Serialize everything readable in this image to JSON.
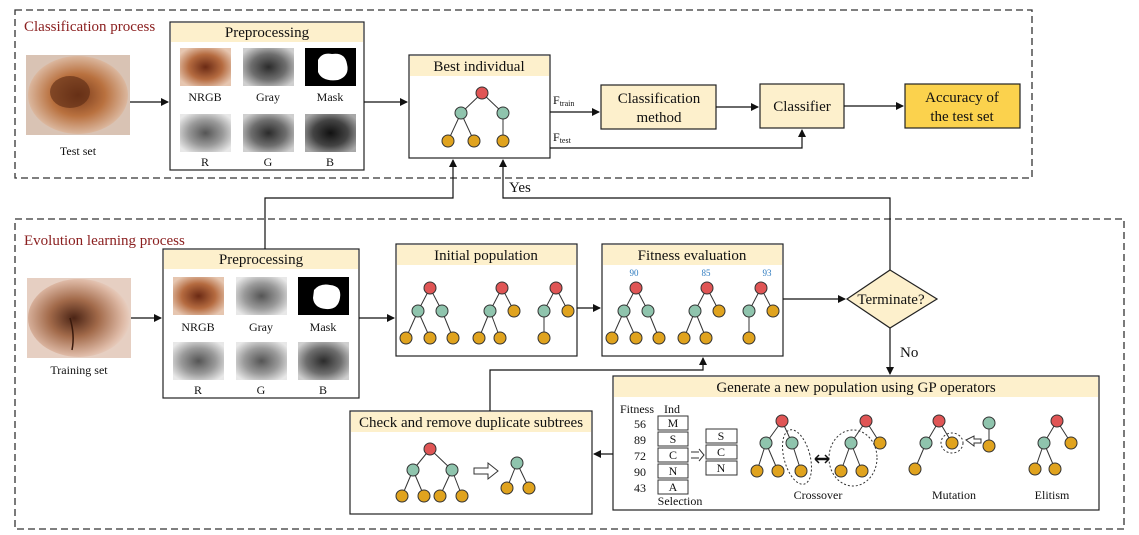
{
  "classification": {
    "title": "Classification process",
    "test_set_label": "Test set",
    "preprocessing_title": "Preprocessing",
    "image_labels": [
      "NRGB",
      "Gray",
      "Mask",
      "R",
      "G",
      "B"
    ],
    "best_individual": "Best individual",
    "f_train_base": "F",
    "f_train_sub": "train",
    "f_test_base": "F",
    "f_test_sub": "test",
    "method_line1": "Classification",
    "method_line2": "method",
    "classifier": "Classifier",
    "accuracy_line1": "Accuracy of",
    "accuracy_line2": "the test set"
  },
  "evolution": {
    "title": "Evolution learning process",
    "training_set_label": "Training set",
    "preprocessing_title": "Preprocessing",
    "image_labels": [
      "NRGB",
      "Gray",
      "Mask",
      "R",
      "G",
      "B"
    ],
    "initial_population": "Initial population",
    "fitness_evaluation": "Fitness evaluation",
    "fitness_values": [
      "90",
      "85",
      "93"
    ],
    "terminate": "Terminate?",
    "yes": "Yes",
    "no": "No",
    "generate_title": "Generate a new population using GP operators",
    "check_remove": "Check and remove duplicate subtrees",
    "selection": {
      "fitness_header": "Fitness",
      "ind_header": "Ind",
      "fitness": [
        "56",
        "89",
        "72",
        "90",
        "43"
      ],
      "individuals": [
        "M",
        "S",
        "C",
        "N",
        "A"
      ],
      "selected": [
        "S",
        "C",
        "N"
      ],
      "label": "Selection"
    },
    "operators": [
      "Crossover",
      "Mutation",
      "Elitism"
    ]
  },
  "colors": {
    "box_fill": "#fdf0cc",
    "accuracy_fill": "#fbd24d",
    "node_red": "#e05555",
    "node_teal": "#8fc4ad",
    "node_gold": "#e0a31e",
    "section_title": "#8b2020",
    "fitness_blue": "#2e7bbf"
  }
}
